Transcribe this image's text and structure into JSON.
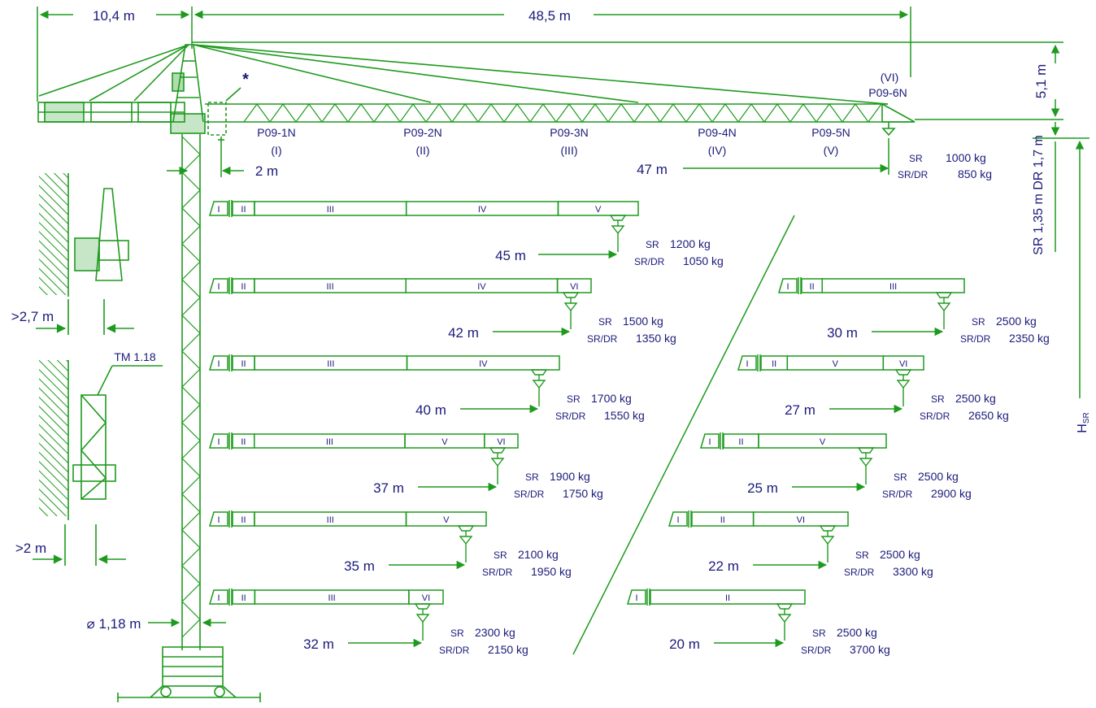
{
  "colors": {
    "structure": "#1e9a1e",
    "text": "#1a1a7a",
    "background": "#ffffff"
  },
  "dims": {
    "counter_jib_length": "10,4 m",
    "jib_length": "48,5 m",
    "head_height": "5,1 m",
    "slew_offset": "2 m",
    "tower_width": "1,18 m",
    "hook_heights": "SR 1,35 m  DR 1,7 m",
    "hook_height_symbol": "H",
    "hook_height_subscript": "SR",
    "wall_clearance_top": ">2,7 m",
    "wall_clearance_bottom": ">2 m",
    "tower_section_label": "TM 1.18",
    "asterisk": "*",
    "diameter_symbol": "⌀"
  },
  "main_jib": {
    "sections": [
      {
        "code": "P09-1N",
        "roman": "(I)"
      },
      {
        "code": "P09-2N",
        "roman": "(II)"
      },
      {
        "code": "P09-3N",
        "roman": "(III)"
      },
      {
        "code": "P09-4N",
        "roman": "(IV)"
      },
      {
        "code": "P09-5N",
        "roman": "(V)"
      },
      {
        "code": "P09-6N",
        "roman": "(VI)"
      }
    ],
    "reach": "47 m",
    "sr_label": "SR",
    "srdr_label": "SR/DR",
    "sr_load": "1000 kg",
    "srdr_load": "850 kg"
  },
  "configs": [
    {
      "reach": "45 m",
      "segments": [
        "I",
        "II",
        "III",
        "IV",
        "V"
      ],
      "sr_label": "SR",
      "sr_load": "1200 kg",
      "srdr_label": "SR/DR",
      "srdr_load": "1050 kg"
    },
    {
      "reach": "42 m",
      "segments": [
        "I",
        "II",
        "III",
        "IV",
        "VI"
      ],
      "sr_label": "SR",
      "sr_load": "1500 kg",
      "srdr_label": "SR/DR",
      "srdr_load": "1350 kg"
    },
    {
      "reach": "40 m",
      "segments": [
        "I",
        "II",
        "III",
        "IV"
      ],
      "sr_label": "SR",
      "sr_load": "1700 kg",
      "srdr_label": "SR/DR",
      "srdr_load": "1550 kg"
    },
    {
      "reach": "37 m",
      "segments": [
        "I",
        "II",
        "III",
        "V",
        "VI"
      ],
      "sr_label": "SR",
      "sr_load": "1900 kg",
      "srdr_label": "SR/DR",
      "srdr_load": "1750 kg"
    },
    {
      "reach": "35 m",
      "segments": [
        "I",
        "II",
        "III",
        "V"
      ],
      "sr_label": "SR",
      "sr_load": "2100 kg",
      "srdr_label": "SR/DR",
      "srdr_load": "1950 kg"
    },
    {
      "reach": "32 m",
      "segments": [
        "I",
        "II",
        "III",
        "VI"
      ],
      "sr_label": "SR",
      "sr_load": "2300 kg",
      "srdr_label": "SR/DR",
      "srdr_load": "2150 kg"
    },
    {
      "reach": "30 m",
      "segments": [
        "I",
        "II",
        "III"
      ],
      "sr_label": "SR",
      "sr_load": "2500 kg",
      "srdr_label": "SR/DR",
      "srdr_load": "2350 kg"
    },
    {
      "reach": "27 m",
      "segments": [
        "I",
        "II",
        "V",
        "VI"
      ],
      "sr_label": "SR",
      "sr_load": "2500 kg",
      "srdr_label": "SR/DR",
      "srdr_load": "2650 kg"
    },
    {
      "reach": "25 m",
      "segments": [
        "I",
        "II",
        "V"
      ],
      "sr_label": "SR",
      "sr_load": "2500 kg",
      "srdr_label": "SR/DR",
      "srdr_load": "2900 kg"
    },
    {
      "reach": "22 m",
      "segments": [
        "I",
        "II",
        "VI"
      ],
      "sr_label": "SR",
      "sr_load": "2500 kg",
      "srdr_label": "SR/DR",
      "srdr_load": "3300 kg"
    },
    {
      "reach": "20 m",
      "segments": [
        "I",
        "II"
      ],
      "sr_label": "SR",
      "sr_load": "2500 kg",
      "srdr_label": "SR/DR",
      "srdr_load": "3700 kg"
    }
  ]
}
